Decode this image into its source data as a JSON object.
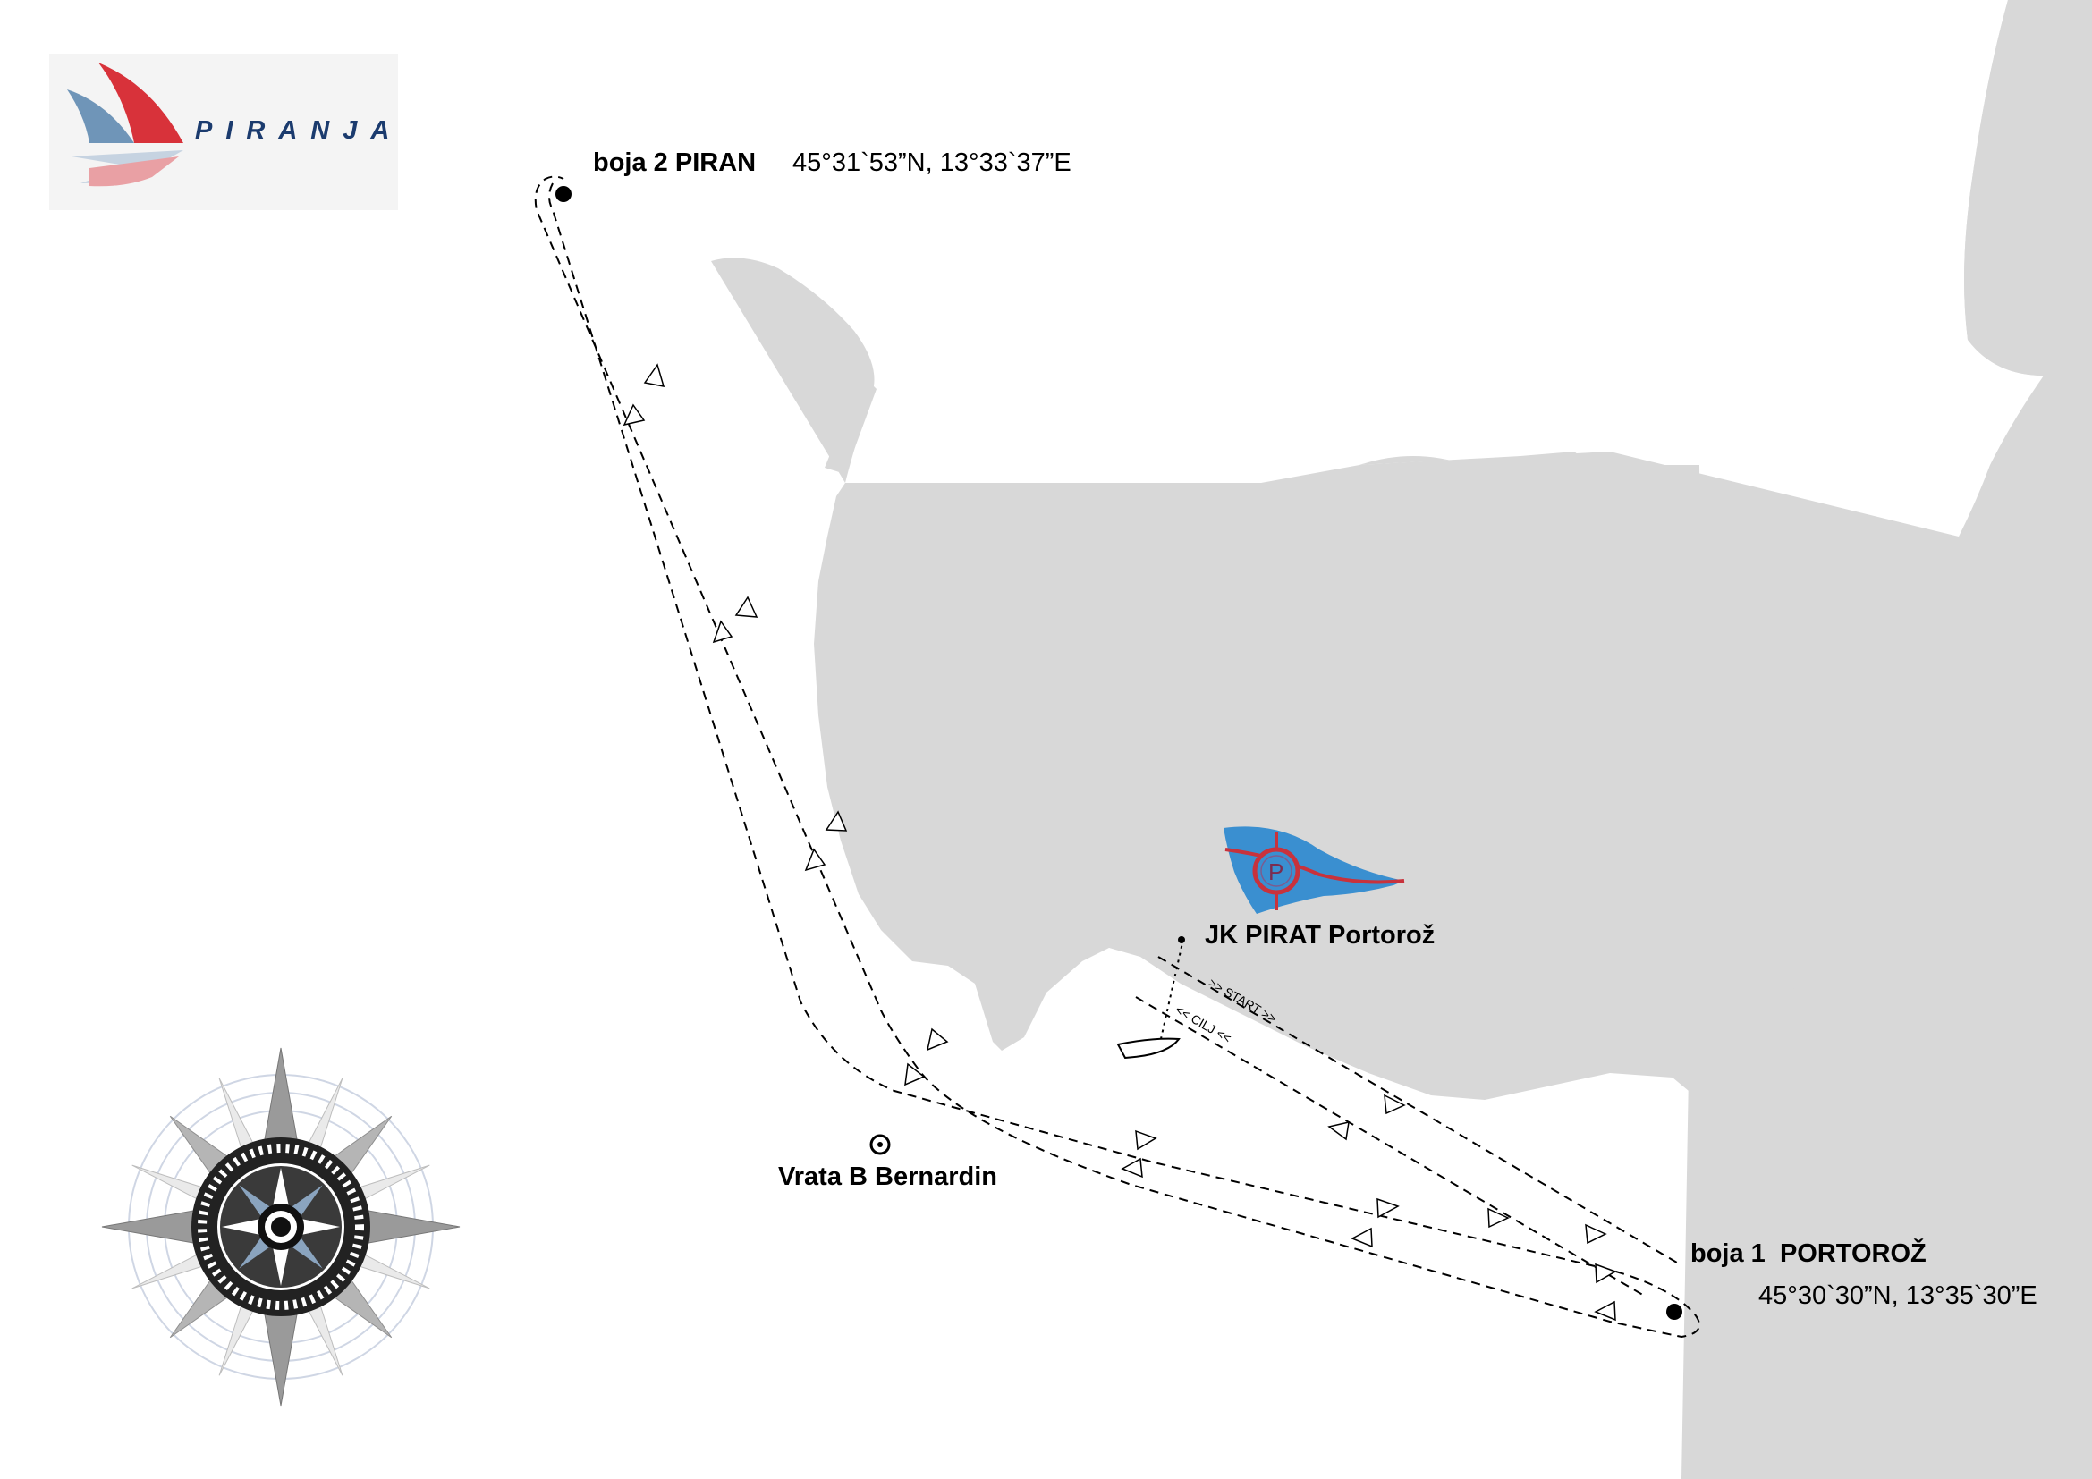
{
  "logo": {
    "text": "PIRANJA"
  },
  "buoy_2": {
    "prefix": "boja 2",
    "name": "PIRAN",
    "coords": "45°31`53”N, 13°33`37”E"
  },
  "buoy_1": {
    "prefix": "boja 1",
    "name": "PORTOROŽ",
    "coords": "45°30`30”N, 13°35`30”E"
  },
  "club": {
    "name": "JK PIRAT Portorož",
    "flag_letter": "P"
  },
  "gate": {
    "name": "Vrata B Bernardin"
  },
  "lines": {
    "start": ">> START >>",
    "finish": "<< CILJ <<"
  },
  "colors": {
    "land": "#d8d8d8",
    "sea": "#ffffff",
    "flag_blue": "#3a8fd0",
    "flag_red": "#c8323c",
    "brand_blue": "#1b3b6e"
  },
  "icons": [
    "piranja-logo",
    "club-flag-icon",
    "compass-rose-icon",
    "committee-boat-icon",
    "course-arrow-icon",
    "buoy-marker"
  ]
}
